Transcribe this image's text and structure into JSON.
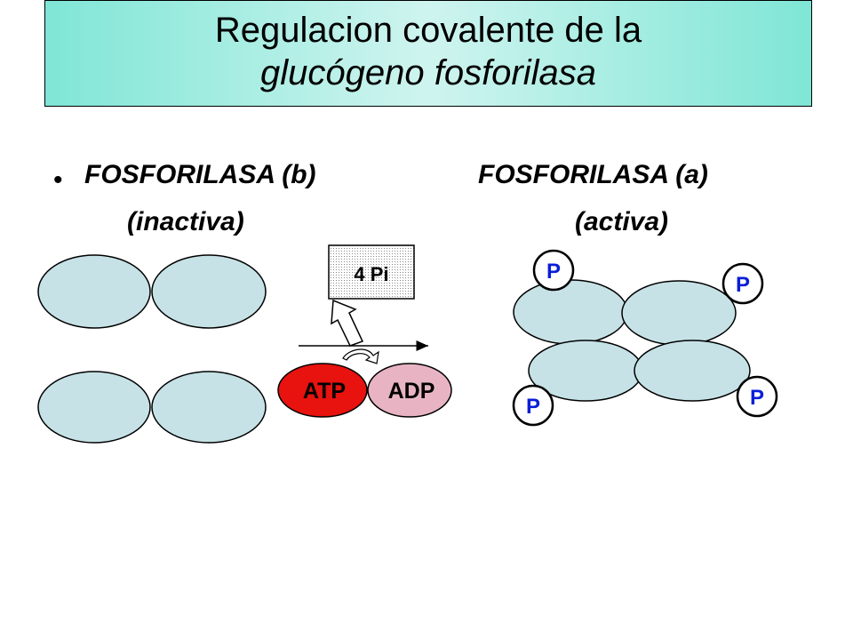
{
  "title": {
    "line1": "Regulacion covalente de la",
    "line2": "glucógeno fosforilasa"
  },
  "left": {
    "bullet": "•",
    "name": "FOSFORILASA (b)",
    "state": "(inactiva)"
  },
  "right": {
    "name": "FOSFORILASA (a)",
    "state": "(activa)"
  },
  "reaction": {
    "phosphate_label": "4 Pi",
    "atp_label": "ATP",
    "adp_label": "ADP"
  },
  "phospho_label": "P",
  "colors": {
    "subunit_fill": "#c6e2e6",
    "title_fill": "#7fe6d6",
    "atp_fill": "#e8120e",
    "adp_fill": "#e8b4c4",
    "p_text": "#0a1ed6"
  }
}
